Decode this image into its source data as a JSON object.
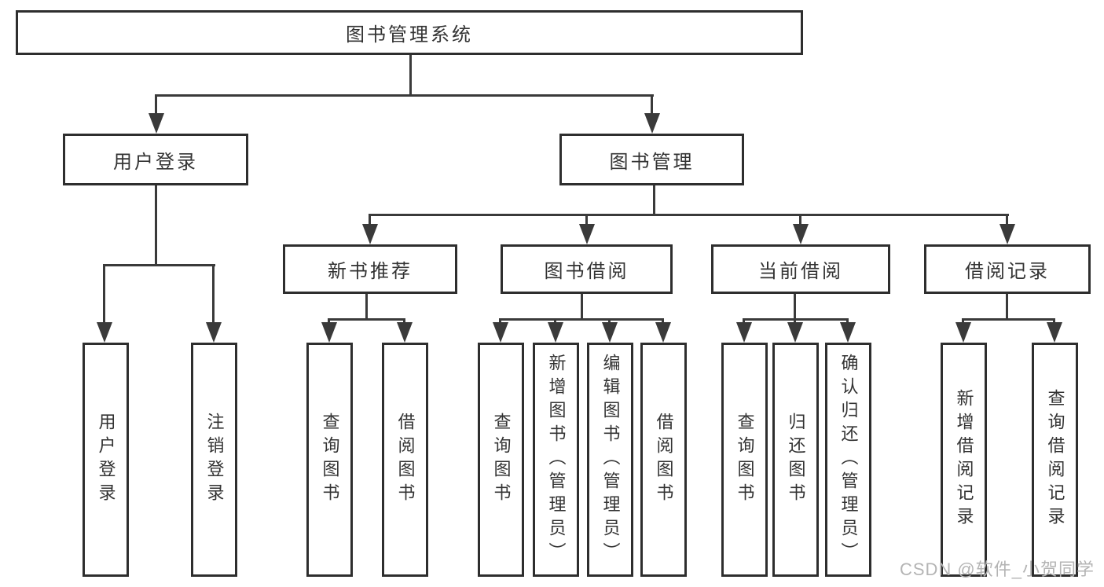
{
  "colors": {
    "line": "#3a3a3a",
    "box_border": "#2e2e2e",
    "text": "#333333",
    "box_fill": "#ffffff",
    "background": "#ffffff",
    "watermark": "#b4b4b4"
  },
  "diagram": {
    "root": "图书管理系统",
    "user_login_branch": {
      "label": "用户登录",
      "leaves": [
        "用户登录",
        "注销登录"
      ]
    },
    "book_mgmt_branch": {
      "label": "图书管理",
      "groups": [
        {
          "label": "新书推荐",
          "leaves": [
            "查询图书",
            "借阅图书"
          ]
        },
        {
          "label": "图书借阅",
          "leaves": [
            "查询图书",
            "新增图书（管理员）",
            "编辑图书（管理员）",
            "借阅图书"
          ]
        },
        {
          "label": "当前借阅",
          "leaves": [
            "查询图书",
            "归还图书",
            "确认归还（管理员）"
          ]
        },
        {
          "label": "借阅记录",
          "leaves": [
            "新增借阅记录",
            "查询借阅记录"
          ]
        }
      ]
    }
  },
  "watermark": "CSDN @软件_小贺同学"
}
